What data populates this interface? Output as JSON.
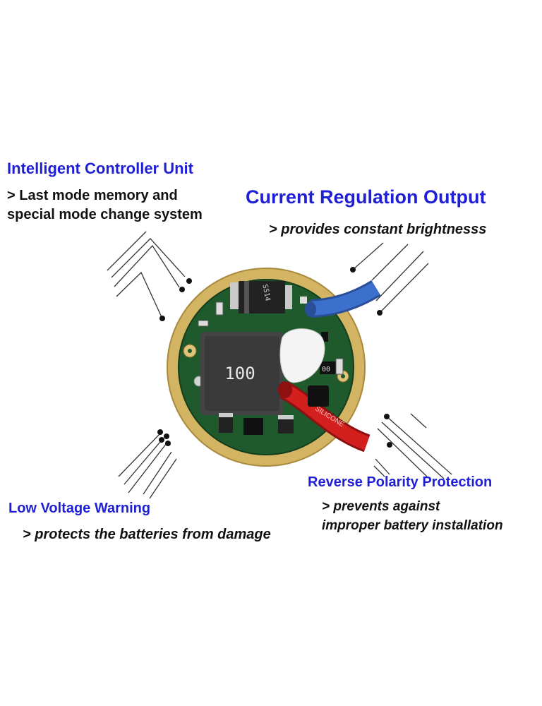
{
  "features": {
    "controller": {
      "title": "Intelligent Controller Unit",
      "desc_line1": "> Last mode memory and",
      "desc_line2": "special mode change system"
    },
    "regulation": {
      "title": "Current Regulation Output",
      "desc": "> provides constant brightnesss"
    },
    "reverse": {
      "title": "Reverse Polarity Protection",
      "desc_line1": "> prevents against",
      "desc_line2": "improper battery installation"
    },
    "low_voltage": {
      "title": "Low Voltage Warning",
      "desc": "> protects the batteries from damage"
    }
  },
  "board": {
    "inductor_marking": "100",
    "diode_marking": "SS14",
    "capacitor_marking": "00",
    "wire_marking": "SILICONE"
  },
  "colors": {
    "heading": "#1f1fd6",
    "text": "#111111",
    "pcb_green": "#1f5a2c",
    "gold_ring": "#d3b463",
    "blue_wire": "#3d6fcc",
    "red_wire": "#d41f1f"
  }
}
